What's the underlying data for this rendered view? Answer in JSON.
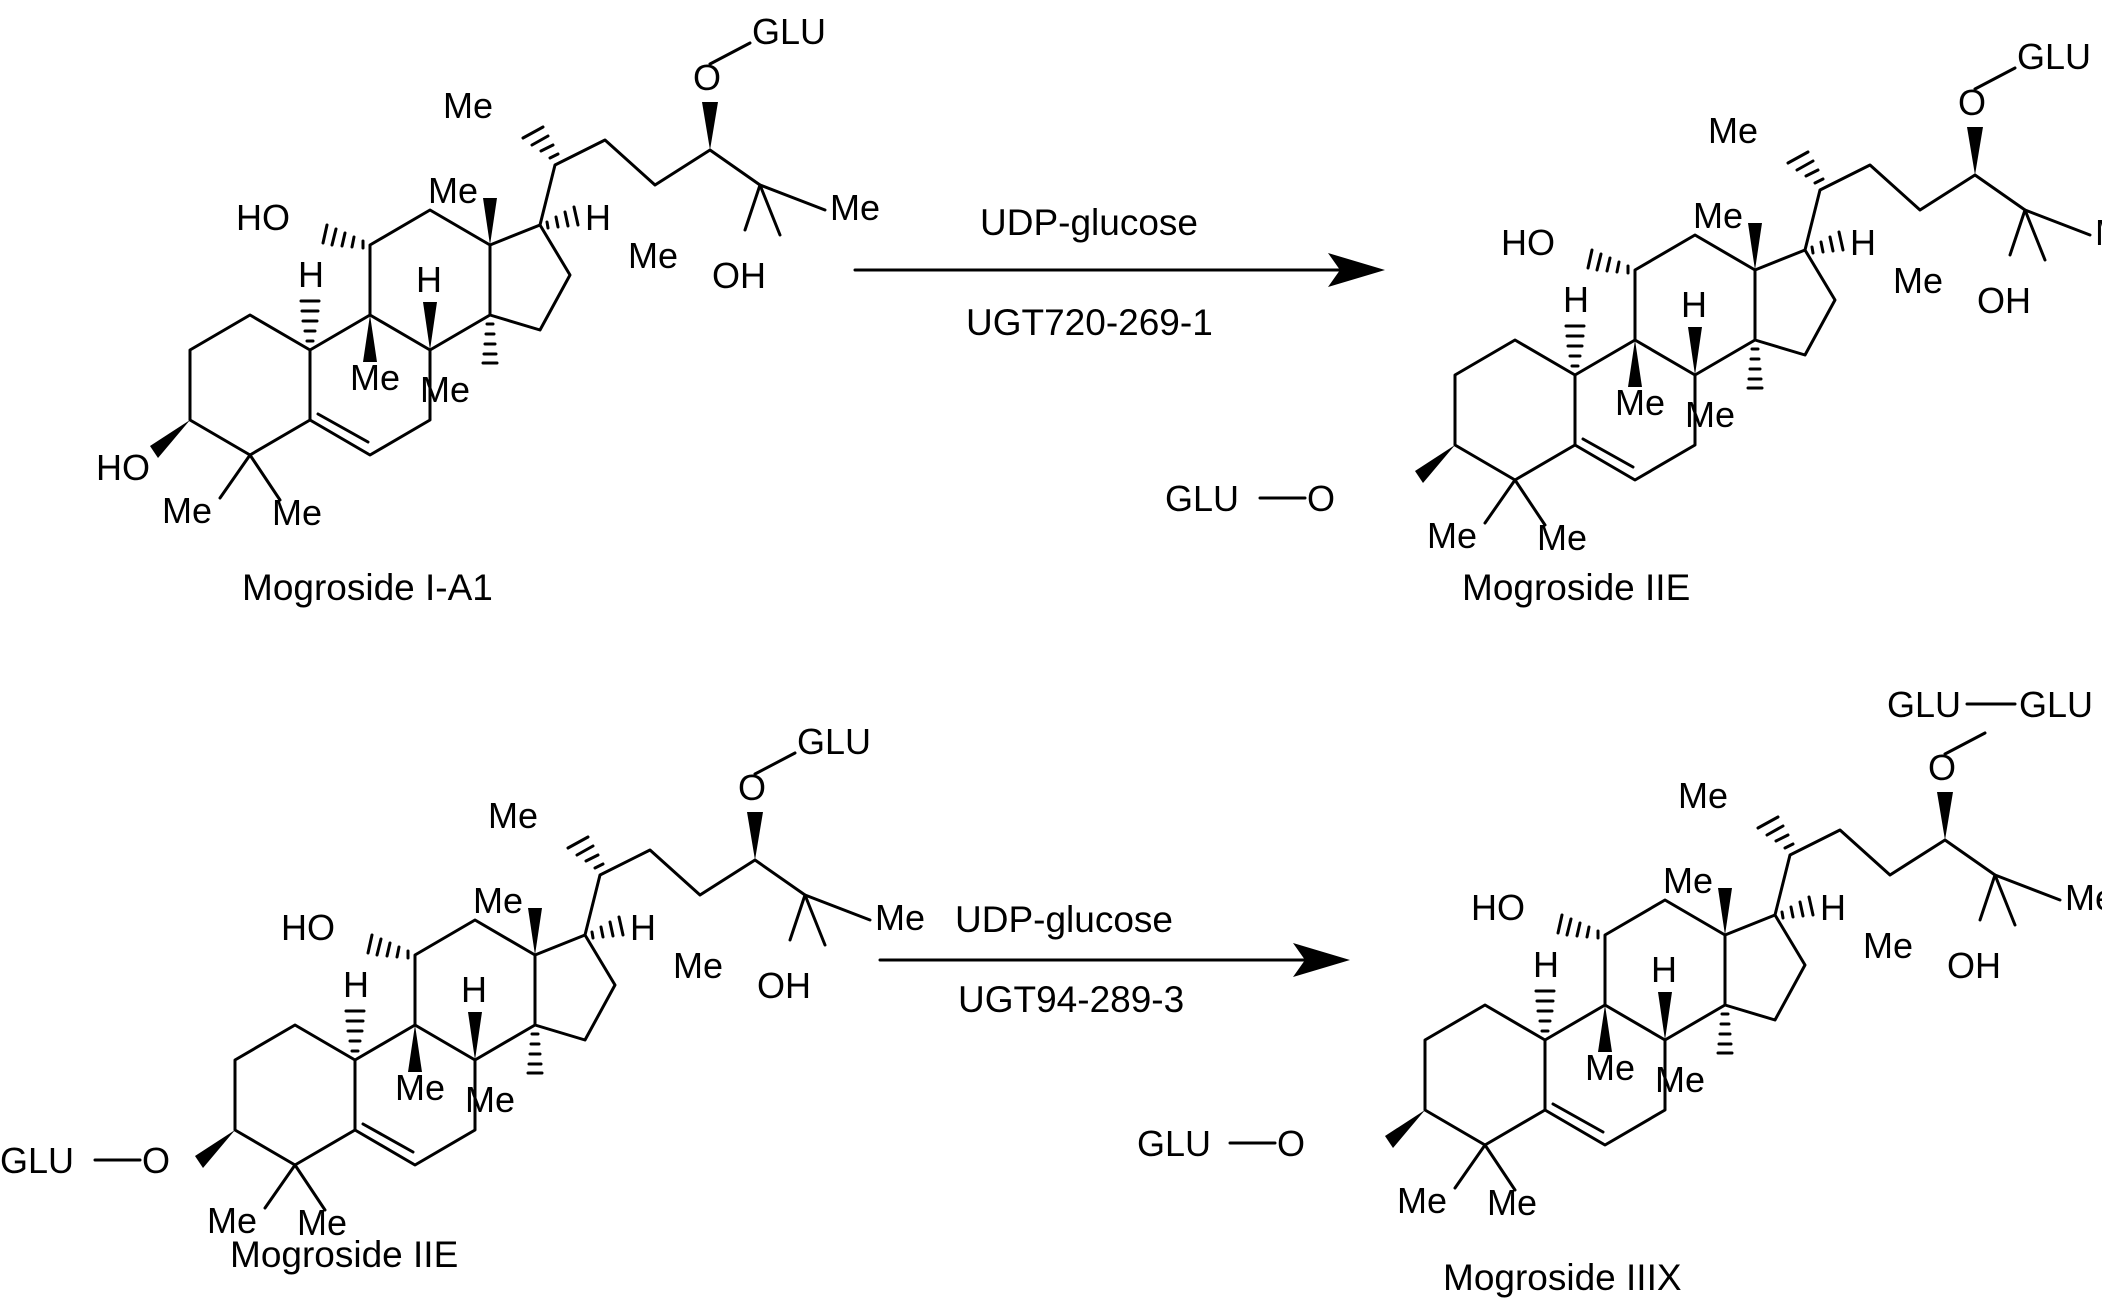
{
  "colors": {
    "ink": "#000000",
    "background": "#ffffff"
  },
  "atoms": {
    "me": "Me",
    "h": "H",
    "ho": "HO",
    "oh": "OH",
    "o": "O",
    "glu": "GLU"
  },
  "reactions": [
    {
      "reagent": "UDP-glucose",
      "enzyme": "UGT720-269-1",
      "substrate": "Mogroside I-A1",
      "product": "Mogroside  IIE"
    },
    {
      "reagent": "UDP-glucose",
      "enzyme": "UGT94-289-3",
      "substrate": "Mogroside  IIE",
      "product": "Mogroside  IIIX"
    }
  ]
}
